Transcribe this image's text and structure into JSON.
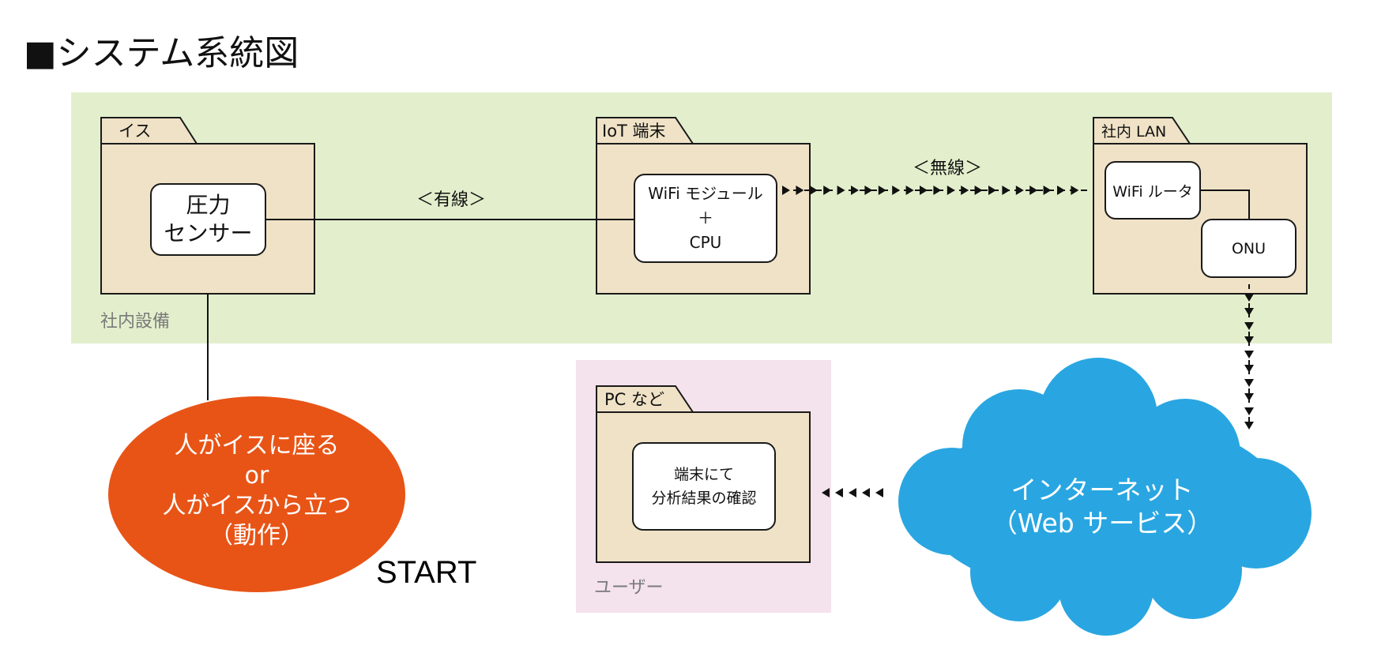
{
  "title": "■システム系統図",
  "regions": {
    "internal": {
      "label": "社内設備"
    },
    "user": {
      "label": "ユーザー"
    }
  },
  "packages": {
    "chair": {
      "tab": "イス",
      "node_lines": [
        "圧力",
        "センサー"
      ]
    },
    "iot": {
      "tab": "IoT 端末",
      "node_lines": [
        "WiFi モジュール",
        "＋",
        "CPU"
      ]
    },
    "lan": {
      "tab": "社内 LAN",
      "router": "WiFi ルータ",
      "onu": "ONU"
    },
    "pc": {
      "tab": "PC など",
      "node_lines": [
        "端末にて",
        "分析結果の確認"
      ]
    }
  },
  "edges": {
    "wired": "＜有線＞",
    "wireless": "＜無線＞"
  },
  "cloud": {
    "lines": [
      "インターネット",
      "（Web サービス）"
    ]
  },
  "action": {
    "lines": [
      "人がイスに座る",
      "or",
      "人がイスから立つ",
      "（動作）"
    ]
  },
  "start_label": "START",
  "colors": {
    "internal_region": "#e3efcc",
    "user_region": "#f4e2ec",
    "package_fill": "#efe2c6",
    "cloud": "#29a6e1",
    "action": "#e85416"
  }
}
